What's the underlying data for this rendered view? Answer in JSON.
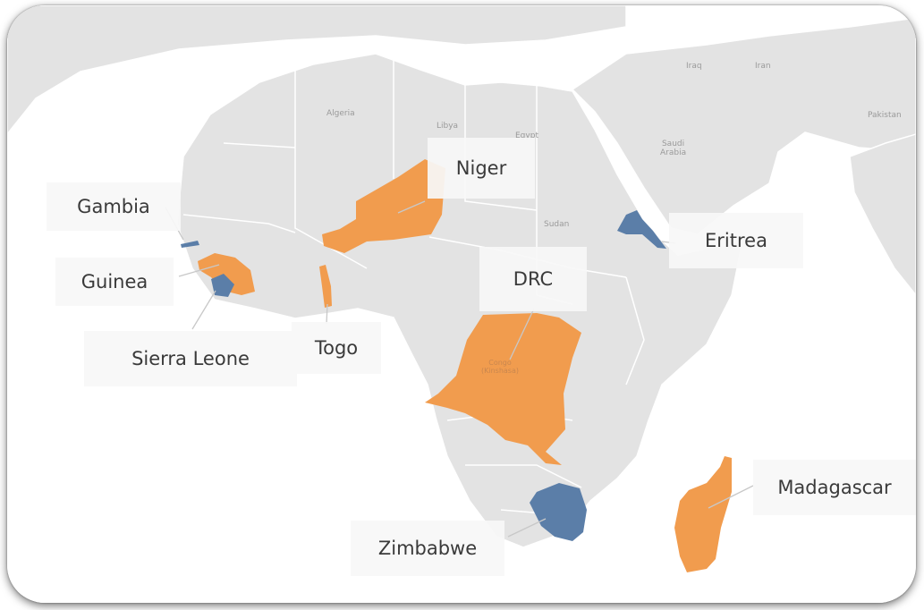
{
  "map": {
    "colors": {
      "ocean": "#ffffff",
      "land": "#e3e3e3",
      "borders": "#ffffff",
      "highlight_orange": "#f19c4e",
      "highlight_blue": "#5b7ea8",
      "leader_lines": "#c8c8c8"
    },
    "base_labels": {
      "algeria": "Algeria",
      "libya": "Libya",
      "egypt": "Egypt",
      "sudan": "Sudan",
      "saudi_arabia": "Saudi\nArabia",
      "iraq": "Iraq",
      "iran": "Iran",
      "pakistan": "Pakistan",
      "congo_kinshasa": "Congo\n(Kinshasa)"
    },
    "highlighted_countries": [
      {
        "name": "Gambia",
        "color": "blue"
      },
      {
        "name": "Guinea",
        "color": "orange"
      },
      {
        "name": "Sierra Leone",
        "color": "blue"
      },
      {
        "name": "Togo",
        "color": "orange"
      },
      {
        "name": "Niger",
        "color": "orange"
      },
      {
        "name": "DRC",
        "color": "orange"
      },
      {
        "name": "Eritrea",
        "color": "blue"
      },
      {
        "name": "Zimbabwe",
        "color": "blue"
      },
      {
        "name": "Madagascar",
        "color": "orange"
      }
    ],
    "callouts": {
      "gambia": "Gambia",
      "guinea": "Guinea",
      "sierra_leone": "Sierra Leone",
      "togo": "Togo",
      "niger": "Niger",
      "drc": "DRC",
      "eritrea": "Eritrea",
      "zimbabwe": "Zimbabwe",
      "madagascar": "Madagascar"
    }
  }
}
